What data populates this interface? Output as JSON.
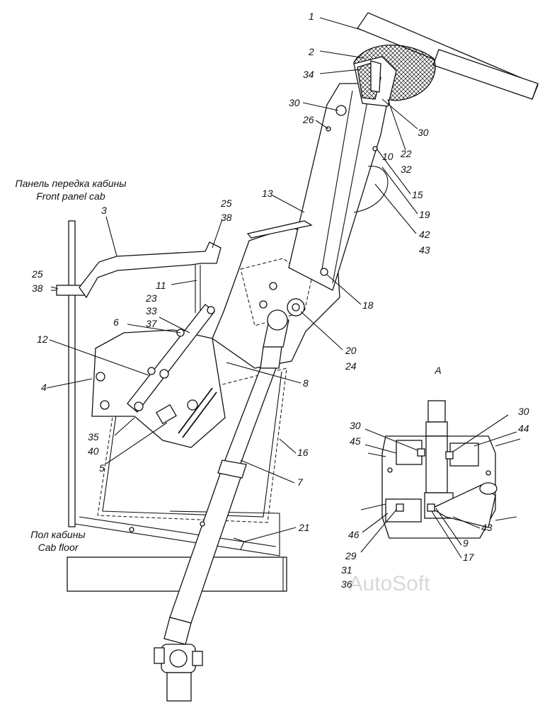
{
  "captions": {
    "front_panel_ru": "Панель передка кабины",
    "front_panel_en": "Front panel cab",
    "floor_ru": "Пол кабины",
    "floor_en": "Cab floor",
    "view_a": "A"
  },
  "watermark": "AutoSoft",
  "callouts": {
    "c1": "1",
    "c2": "2",
    "c34": "34",
    "c30a": "30",
    "c26": "26",
    "c30b": "30",
    "c10": "10",
    "c22": "22",
    "c32": "32",
    "c15": "15",
    "c19": "19",
    "c42": "42",
    "c43a": "43",
    "c13": "13",
    "c18": "18",
    "c25a": "25",
    "c38a": "38",
    "c3": "3",
    "c25b": "25",
    "c38b": "38",
    "c11": "11",
    "c23": "23",
    "c33": "33",
    "c37": "37",
    "c6": "6",
    "c12": "12",
    "c20": "20",
    "c24": "24",
    "c4": "4",
    "c8": "8",
    "c35": "35",
    "c40": "40",
    "c5": "5",
    "c16": "16",
    "c7": "7",
    "c21": "21",
    "c30c": "30",
    "c30d": "30",
    "c44": "44",
    "c45": "45",
    "c46": "46",
    "c43b": "43",
    "c9": "9",
    "c29": "29",
    "c17": "17",
    "c31": "31",
    "c36": "36"
  }
}
